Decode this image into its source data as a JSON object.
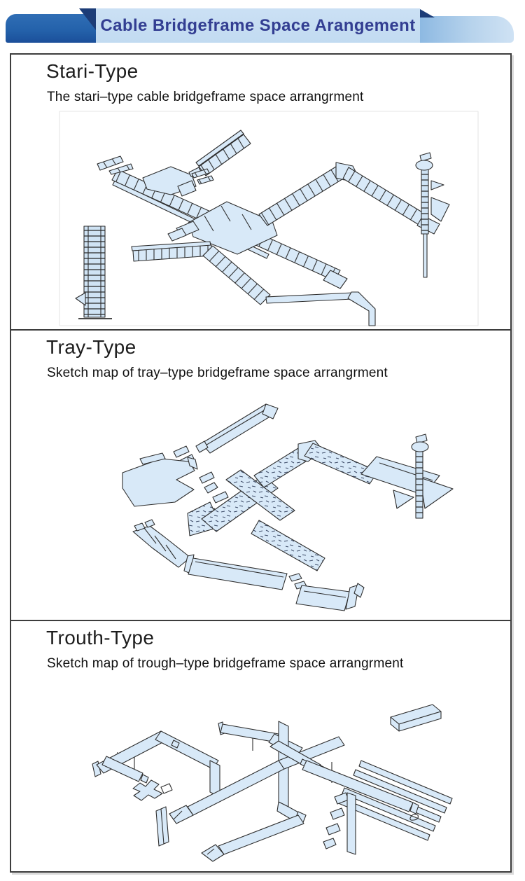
{
  "banner": {
    "title": "Cable Bridgeframe Space Arangement"
  },
  "sections": [
    {
      "heading": "Stari-Type",
      "subtitle": "The stari–type cable bridgeframe space arrangrment",
      "figure_label": "stari-type ladder cable bridgeframe space arrangement isometric sketch"
    },
    {
      "heading": "Tray-Type",
      "subtitle": "Sketch map of tray–type bridgeframe space arrangrment",
      "figure_label": "tray-type perforated bridgeframe space arrangement isometric sketch"
    },
    {
      "heading": "Trouth-Type",
      "subtitle": "Sketch map of trough–type bridgeframe space arrangrment",
      "figure_label": "trough-type bridgeframe space arrangement isometric sketch"
    }
  ],
  "colors": {
    "ribbon_dark_blue": "#2462ab",
    "ribbon_light_blue": "#a9cbe9",
    "fold_navy": "#1c3c77",
    "tab_light_blue": "#c6ddf2",
    "title_indigo": "#333e92",
    "box_border": "#3d3d3d",
    "drawing_fill": "#d8e9f8",
    "drawing_line": "#2e2e2e"
  }
}
